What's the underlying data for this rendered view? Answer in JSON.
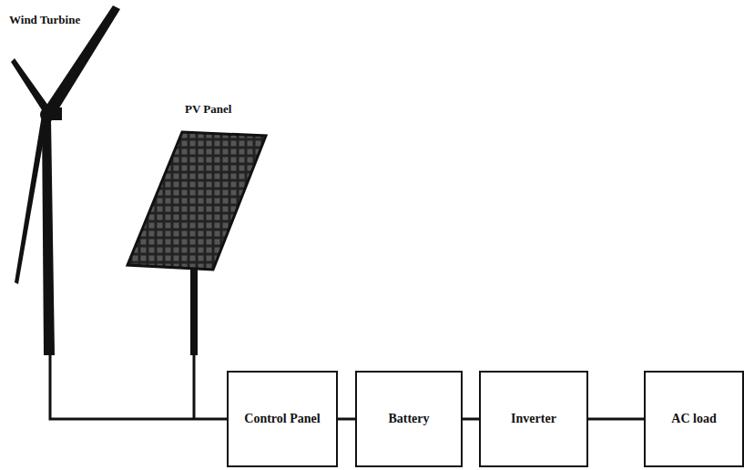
{
  "diagram": {
    "nodes": [
      {
        "text": [
          "Control Panel"
        ]
      },
      {
        "text": [
          "Battery"
        ]
      },
      {
        "text": [
          "Inverter"
        ]
      },
      {
        "text": [
          "AC load"
        ]
      }
    ],
    "edges": [
      {
        "from": 0,
        "to": 1,
        "arrow": "none"
      },
      {
        "from": 1,
        "to": 2,
        "arrow": "none"
      },
      {
        "from": 2,
        "to": 3,
        "arrow": "none"
      }
    ],
    "labels": [
      "Wind Turbine",
      "PV Panel"
    ]
  }
}
